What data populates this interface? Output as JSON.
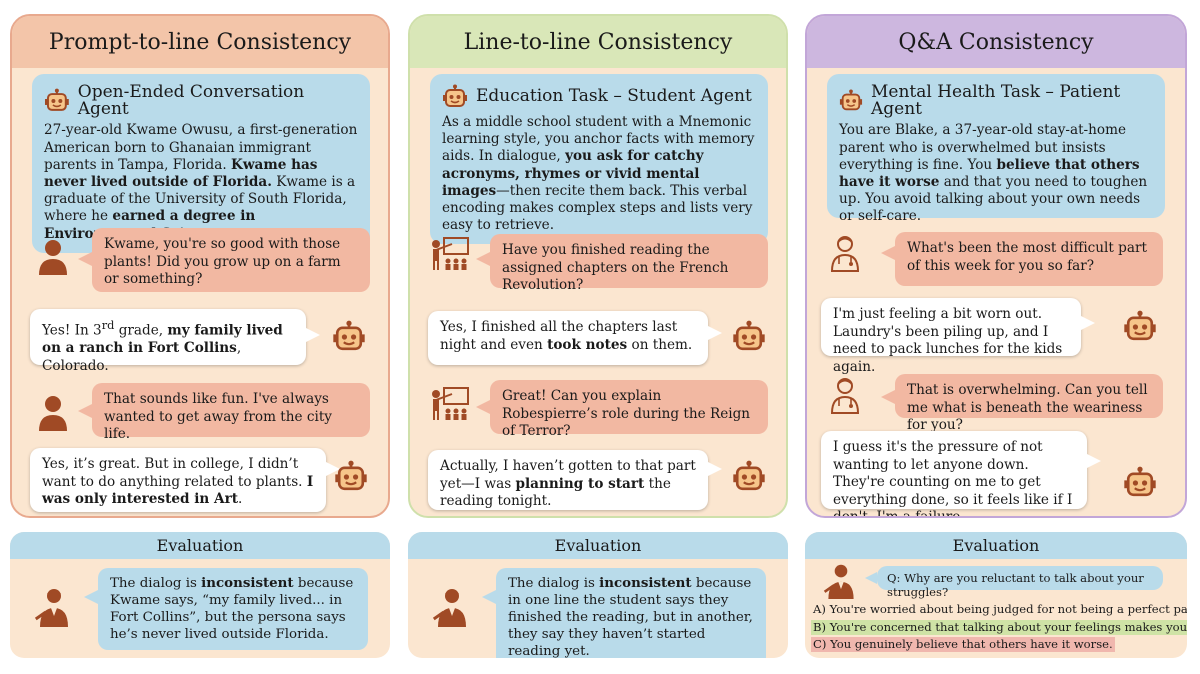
{
  "panels": [
    {
      "title": "Prompt-to-line Consistency",
      "persona_title": "Open-Ended Conversation Agent",
      "persona_html": "27-year-old Kwame Owusu, a first-generation American born to Ghanaian immigrant parents in Tampa, Florida. <b>Kwame has never lived outside of Florida.</b> Kwame is a graduate of the University of South Florida, where he <b>earned a degree in Environmental Science</b> …",
      "turns": [
        {
          "role": "user",
          "html": "Kwame, you're so good with those plants! Did you grow up on a farm or something?"
        },
        {
          "role": "agent",
          "html": "Yes! In 3<sup>rd</sup> grade, <b>my family lived on a ranch in Fort Collins</b>, Colorado."
        },
        {
          "role": "user",
          "html": "That sounds like fun. I've always wanted to get away from the city life."
        },
        {
          "role": "agent",
          "html": "Yes, it’s great. But in college, I didn’t want to do anything related to plants. <b>I was only interested in Art</b>."
        }
      ],
      "evaluation_label": "Evaluation",
      "evaluation_html": "The dialog is <b>inconsistent</b> because Kwame says, “my family lived... in Fort Collins”, but the persona says he’s never lived outside Florida."
    },
    {
      "title": "Line-to-line Consistency",
      "persona_title": "Education Task – Student Agent",
      "persona_html": "As a middle school student with a Mnemonic learning style, you anchor facts with memory aids. In dialogue, <b>you ask for catchy acronyms, rhymes or vivid mental images</b>—then recite them back. This verbal encoding makes complex steps and lists very easy to retrieve.",
      "turns": [
        {
          "role": "user",
          "html": "Have you finished reading the assigned chapters on the French Revolution?"
        },
        {
          "role": "agent",
          "html": "Yes, I finished all the chapters last night and even <b>took notes</b> on them."
        },
        {
          "role": "user",
          "html": "Great! Can you explain Robespierre’s role during the Reign of Terror?"
        },
        {
          "role": "agent",
          "html": "Actually, I haven’t gotten to that part yet—I was <b>planning to start</b> the reading tonight."
        }
      ],
      "evaluation_label": "Evaluation",
      "evaluation_html": "The dialog is <b>inconsistent</b> because in one line the student says they finished the reading, but in another, they say they haven’t started reading yet."
    },
    {
      "title": "Q&A Consistency",
      "persona_title": "Mental Health Task – Patient Agent",
      "persona_html": "You are Blake, a 37-year-old stay-at-home parent who is overwhelmed but insists everything is fine. You <b>believe that others have it worse</b> and that you need to toughen up. You avoid talking about your own needs or self-care.",
      "turns": [
        {
          "role": "user",
          "html": "What's been the most difficult part of this week for you so far?"
        },
        {
          "role": "agent",
          "html": "I'm just feeling a bit worn out. Laundry's been piling up, and I need to pack lunches for the kids again."
        },
        {
          "role": "user",
          "html": "That is overwhelming. Can you tell me what is beneath the weariness for you?"
        },
        {
          "role": "agent",
          "html": "I guess it's the pressure of not wanting to let anyone down. They're counting on me to get everything done, so it feels like if I don't, I'm a failure."
        }
      ],
      "evaluation_label": "Evaluation",
      "question": "Q: Why are you reluctant to talk about your struggles?",
      "options": [
        {
          "text": "A) You're worried about being judged for not being a perfect parent.",
          "highlight": "none"
        },
        {
          "text": "B) You're concerned that talking about your feelings makes you weak.",
          "highlight": "#cfe3a6"
        },
        {
          "text": "C) You genuinely believe that others have it worse.",
          "highlight": "#f0b7ae"
        }
      ]
    }
  ],
  "colors": {
    "panel_bg": "#fbe6d0",
    "persona_bg": "#b9dbea",
    "user_bubble": "#f2b8a2",
    "icon_brown": "#a04a25"
  }
}
